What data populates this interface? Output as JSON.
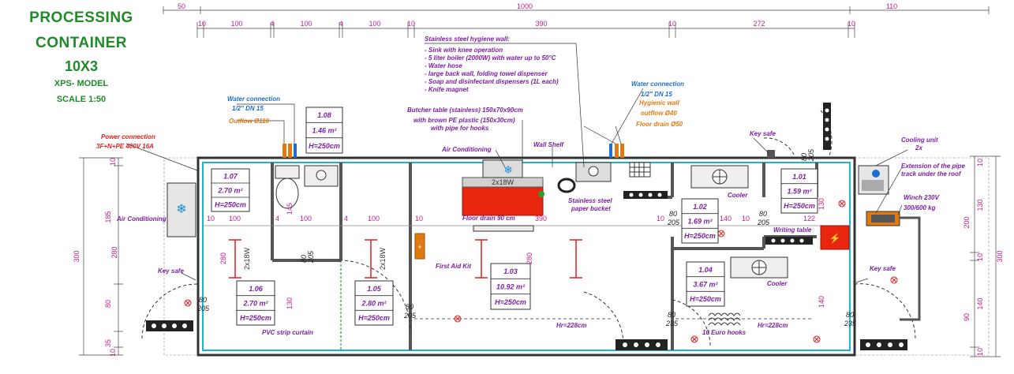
{
  "title": {
    "line1": "PROCESSING",
    "line2": "CONTAINER",
    "line3": "10X3",
    "model": "XPS- MODEL",
    "scale": "SCALE 1:50"
  },
  "dims_top": {
    "overall": [
      "50",
      "1000",
      "110"
    ],
    "segments": [
      "10",
      "100",
      "4",
      "100",
      "4",
      "100",
      "10",
      "390",
      "10",
      "272",
      "10"
    ]
  },
  "dims_left": [
    "10",
    "185",
    "300",
    "280",
    "80",
    "35",
    "10"
  ],
  "dims_right": [
    "10",
    "130",
    "200",
    "300",
    "10",
    "140",
    "90",
    "10"
  ],
  "notes": {
    "hygiene_title": "Stainless steel hygiene wall:",
    "hygiene_items": [
      "- Sink with knee operation",
      "- 5 liter boiler (2000W) with water up to 50°C",
      "- Water hose",
      "- large back wall, folding towel dispenser",
      "- Soap and disinfectant dispensers (1L each)",
      "- Knife magnet"
    ],
    "butcher1": "Butcher table (stainless) 150x70x90cm",
    "butcher2": "with brown PE plastic (150x30cm)",
    "butcher3": "with  pipe for hooks",
    "water_left1": "Water connection",
    "water_left2": "1/2\" DN 15",
    "outflow_left": "Outflow Ø110",
    "water_right1": "Water connection",
    "water_right2": "1/2\" DN 15",
    "hygienic_wall": "Hygienic wall",
    "outflow_right": "outflow Ø40",
    "floor_drain50": "Floor drain Ø50",
    "power1": "Power connection",
    "power2": "3F+N+PE 400V 16A",
    "air_cond_left": "Air Conditioning",
    "air_cond_top": "Air Conditioning",
    "wall_shelf": "Wall Shelf",
    "bucket1": "Stainless steel",
    "bucket2": "paper bucket",
    "floor_drain90": "Floor drain 90 cm",
    "first_aid": "First Aid Kit",
    "key_safe_top": "Key safe",
    "key_safe_left": "Key safe",
    "key_safe_right": "Key safe",
    "cooling1": "Cooling unit",
    "cooling2": "2x",
    "pipe1": "Extension of the pipe",
    "pipe2": "track under the roof",
    "winch1": "Winch 230V",
    "winch2": "300/600 kg",
    "writing_table": "Writing table",
    "cooler1": "Cooler",
    "cooler2": "Cooler",
    "pvc": "PVC strip curtain",
    "euro_hooks": "10 Euro hooks",
    "rail1": "Hr=228cm",
    "rail2": "Hr=228cm",
    "heater": "2x18W"
  },
  "rooms": [
    {
      "id": "1.07",
      "area": "2.70 m²",
      "height": "H=250cm"
    },
    {
      "id": "1.08",
      "area": "1.46 m²",
      "height": "H=250cm"
    },
    {
      "id": "1.06",
      "area": "2.70 m²",
      "height": "H=250cm"
    },
    {
      "id": "1.05",
      "area": "2.80 m²",
      "height": "H=250cm"
    },
    {
      "id": "1.03",
      "area": "10.92 m²",
      "height": "H=250cm"
    },
    {
      "id": "1.02",
      "area": "1.69 m²",
      "height": "H=250cm"
    },
    {
      "id": "1.01",
      "area": "1.59 m²",
      "height": "H=250cm"
    },
    {
      "id": "1.04",
      "area": "3.67 m²",
      "height": "H=250cm"
    }
  ],
  "inner_dims": {
    "d10a": "10",
    "d100a": "100",
    "d4a": "4",
    "d100b": "100",
    "d4b": "4",
    "d100c": "100",
    "d10b": "10",
    "d390": "390",
    "d10c": "10",
    "d140": "140",
    "d10d": "10",
    "d122": "122",
    "d145": "145",
    "d280a": "280",
    "d280b": "280",
    "d130a": "130",
    "d130b": "130",
    "d140v": "140",
    "d10e": "10",
    "door1": [
      "80",
      "205"
    ],
    "door2": [
      "80",
      "205"
    ],
    "door3": [
      "80",
      "205"
    ],
    "door4": [
      "80",
      "205"
    ],
    "door5": [
      "80",
      "205"
    ],
    "door6": [
      "80",
      "205"
    ],
    "door7": [
      "80",
      "235"
    ],
    "door8": [
      "80",
      "235"
    ]
  },
  "colors": {
    "title_green": "#1f8a2a",
    "dim_magenta": "#c0208a",
    "note_purple": "#7a1fa0",
    "water_blue": "#1e6ecf",
    "outflow_orange": "#e07a10",
    "red": "#e02020",
    "cyan": "#18b8c8"
  }
}
